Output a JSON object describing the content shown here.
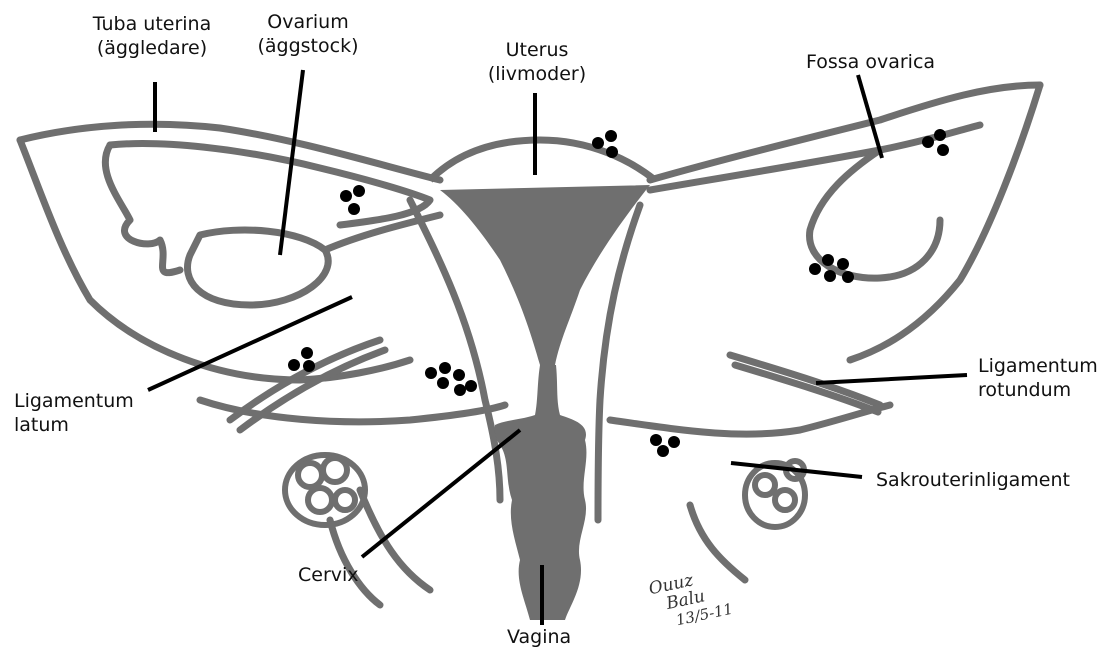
{
  "diagram": {
    "labels": {
      "tuba_line1": "Tuba uterina",
      "tuba_line2": "(äggledare)",
      "ovarium_line1": "Ovarium",
      "ovarium_line2": "(äggstock)",
      "uterus_line1": "Uterus",
      "uterus_line2": "(livmoder)",
      "fossa": "Fossa ovarica",
      "lig_latum_line1": "Ligamentum",
      "lig_latum_line2": "latum",
      "lig_rotundum_line1": "Ligamentum",
      "lig_rotundum_line2": "rotundum",
      "sakro": "Sakrouterinligament",
      "cervix": "Cervix",
      "vagina": "Vagina"
    },
    "signature": {
      "name_line1": "Ouuz",
      "name_line2": "Balu",
      "date": "13/5-11"
    },
    "colors": {
      "organ_fill": "#6f6f6f",
      "outline": "#6f6f6f",
      "pointer": "#000000",
      "dots": "#000000"
    }
  }
}
